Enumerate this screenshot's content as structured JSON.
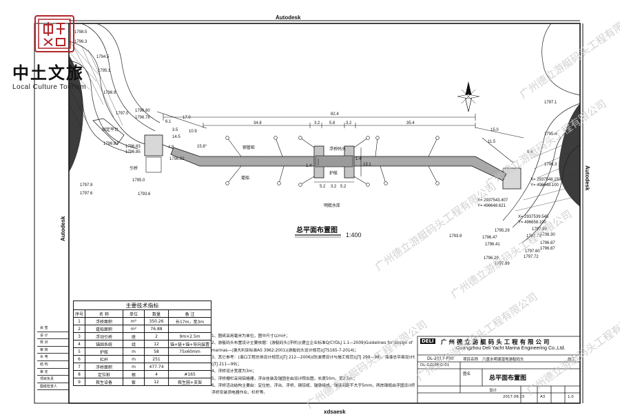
{
  "logo": {
    "brand_cn": "中土文旅",
    "brand_en": "Local Culture Tourism",
    "seal_text": "中土文旅"
  },
  "drawing": {
    "autodesk_top": "Autodesk",
    "autodesk_side": "Autodesk",
    "autodesk_right": "Autodesk",
    "autodesk_bottom_cut": "xdsaesk",
    "plan_title": "总平面布置图",
    "plan_scale": "1:400",
    "total_length": "82.4",
    "dim_left_34_8": "34.8",
    "dim_right_35_4": "35.4",
    "dim_3_2a": "3.2",
    "dim_5_8": "5.8",
    "dim_3_2b": "3.2",
    "dim_6_1": "6.1",
    "dim_17_0": "17.0",
    "dim_10_9": "10.9",
    "dim_14_5": "14.5",
    "dim_4_8": "4.8",
    "dim_15_0": "15.0",
    "dim_11_5": "11.5",
    "dim_9_4": "9.4",
    "dim_5_2a": "5.2",
    "dim_5_2b": "5.2",
    "dim_3_2c": "3.2",
    "dim_13_1": "13.1",
    "dim_15_8": "15.8°",
    "dim_3_5": "3.5",
    "dim_1_4a": "1.4",
    "dim_1_4b": "1.4",
    "label_boat_house": "明艇水库",
    "label_pontoon": "趸船",
    "label_dock": "浮桥码头",
    "label_guard": "护舷",
    "label_pile": "钢管桩",
    "label_brow": "引桥",
    "label_fender": "固定平台",
    "coord_1": "X= 2937543.407",
    "coord_1b": "Y= 496648.621",
    "coord_2": "X= 2937539.545",
    "coord_2b": "Y= 496658.100",
    "coord_3": "X= 2937548.150",
    "coord_3b": "Y= 496648.100",
    "elev": [
      "1798.5",
      "1796.3",
      "1794.5",
      "1795.1",
      "1798.9",
      "1796.80",
      "1796.78",
      "1797.0",
      "1796.82",
      "1796.83",
      "1796.85",
      "1795.0",
      "1797.9",
      "1797.6",
      "1793.6",
      "1797.99",
      "1797.71",
      "1796.47",
      "1796.41",
      "1795.29",
      "1797.60",
      "1796.87",
      "1796.29",
      "1797.99",
      "1797.72",
      "1798.30",
      "1796.87",
      "1793.9",
      "1797.1",
      "1795.4",
      "1796.3",
      "1796.82"
    ]
  },
  "spec_table": {
    "title": "主要技术指标",
    "headers": [
      "序号",
      "名 称",
      "单位",
      "数量",
      "备 注"
    ],
    "rows": [
      [
        "1",
        "浮桥面积",
        "m²",
        "350.26",
        "长17m，宽3m"
      ],
      [
        "2",
        "趸船面积",
        "m²",
        "76.88",
        ""
      ],
      [
        "3",
        "浮动引桥",
        "座",
        "2",
        "9m×2.5m"
      ],
      [
        "4",
        "锚固系统",
        "组",
        "12",
        "锚+链+锚+导向装置"
      ],
      [
        "5",
        "护舷",
        "m",
        "58",
        "75x60mm"
      ],
      [
        "6",
        "栏杆",
        "m",
        "251",
        ""
      ],
      [
        "7",
        "浮桥面积",
        "m",
        "477.74",
        ""
      ],
      [
        "8",
        "定位桩",
        "根",
        "4",
        "#165"
      ],
      [
        "9",
        "救生设备",
        "套",
        "12",
        "救生圈+支架"
      ]
    ]
  },
  "notes": [
    "1、图纸采用毫米为单位，图中尺寸以m计；",
    "2、游艇码头布置设计主要依据：(游艇码头(浮桥))(德立企业标准Q/CYDLJ 1.1—2009)Guidelines for design of",
    "   marinas—(澳大利亚标准AS 3962:2001)(游艇码头设计规范)(JTS165-7-2014)；",
    "3、其它参考：(港口工程总体设计规范)(JTJ 212—2006)(防波堤设计与施工规范)(JTJ 298—98)、海港总平面设计规范",
    "   (JTJ 211—99)；",
    "4、浮桥设计宽度为3m；",
    "5、浮桥栅栏采用铝格栅，浮台挂装及锚固全由设计院出图，长度50m，宽2.5m；",
    "6、浮桥活动结构主要由：定位桩、浮台、浮桥、钢铰缆、锚墩组成，锚链间距不大于5mm，两岸钢缆由浮国设计院提供；",
    "   浮桥安装须电器作业、栏杆等。"
  ],
  "title_block": {
    "company_logo": "DELI",
    "company_cn": "广 州 德 立 游 艇 码 头 工 程 有 限 公 司",
    "company_en": "Guangzhou Deli Yacht Marina Engineering Co.,Ltd.",
    "drawing_no": "DL-2017-P30",
    "project_label": "项目名称",
    "project_name": "六盘水明湖湿地游艇码头",
    "sheet_no": "DL-GZLPK-G-01",
    "drawing_name_label": "图名",
    "drawing_name": "总平面布置图",
    "design_label": "设计",
    "date": "2017.08.15",
    "size": "A3",
    "version": "1.0",
    "stage": "施工"
  },
  "revision_labels": [
    "会 签",
    "设 计",
    "校 对",
    "审 核",
    "水 电",
    "结 构",
    "审 定",
    "项目负责",
    "图纸检查人"
  ],
  "watermark": "广州德立游艇码头工程有限公司"
}
